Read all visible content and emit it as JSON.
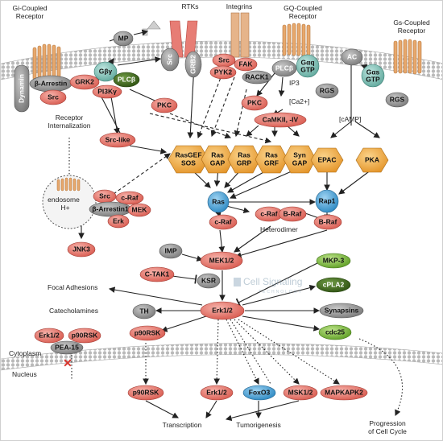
{
  "receptors": {
    "gi": {
      "line1": "Gi-Coupled",
      "line2": "Receptor"
    },
    "rtks": "RTKs",
    "integrins": "Integrins",
    "gq": {
      "line1": "GQ-Coupled",
      "line2": "Receptor"
    },
    "gs": {
      "line1": "Gs-Coupled",
      "line2": "Receptor"
    }
  },
  "nodes": {
    "dynamin": "Dynamin",
    "b_arrestin": "β-Arrestin",
    "src_left": "Src",
    "grk2": "GRK2",
    "gbg": "Gβγ",
    "plcb_left": "PLCβ",
    "pi3kg": "PI3Kγ",
    "mp": "MP",
    "src_rtk": "Src",
    "grb2": "GRB2",
    "src_int": "Src",
    "pyk2": "PYK2",
    "fak": "FAK",
    "rack1": "RACK1",
    "plcb_gq": "PLCβ",
    "gaq_gtp": "Gαq GTP",
    "rgs_gq": "RGS",
    "ip3": "IP3",
    "ca": "[Ca2+]",
    "ac": "AC",
    "gas_gtp": "Gαs GTP",
    "rgs_gs": "RGS",
    "camp": "[cAMP]",
    "pkc_left": "PKC",
    "pkc_right": "PKC",
    "camkii": "CaMKII, -IV",
    "src_like": "Src-like",
    "rasgef": "RasGEF SOS",
    "rasgap": "Ras GAP",
    "rasgrp": "Ras GRP",
    "rasgrf": "Ras GRF",
    "syngap": "Syn GAP",
    "epac": "EPAC",
    "pka": "PKA",
    "ras": "Ras",
    "rap1": "Rap1",
    "craf_a": "c-Raf",
    "craf_b": "c-Raf",
    "braf_a": "B-Raf",
    "braf_b": "B-Raf",
    "heterodimer": "Heterodimer",
    "endo_src": "Src",
    "endo_craf": "c-Raf",
    "endo_barr": "β-Arrestin1",
    "endo_mek": "MEK",
    "endo_erk": "Erk",
    "endosome": "endosome",
    "hplus": "H+",
    "receptor_int_1": "Receptor",
    "receptor_int_2": "Internalization",
    "jnk3": "JNK3",
    "imp": "IMP",
    "ctak1": "C-TAK1",
    "mek12": "MEK1/2",
    "ksr": "KSR",
    "mkp3": "MKP-3",
    "cpla2": "cPLA2",
    "erk12": "Erk1/2",
    "th": "TH",
    "synapsins": "Synapsins",
    "cdc25": "cdc25",
    "focal": "Focal Adhesions",
    "catecholamines": "Catecholamines",
    "pea_erk": "Erk1/2",
    "pea_p90": "p90RSK",
    "pea15": "PEA-15",
    "p90rsk": "p90RSK",
    "cytoplasm": "Cytoplasm",
    "nucleus": "Nucleus",
    "n_p90rsk": "p90RSK",
    "n_erk": "Erk1/2",
    "n_foxo3": "FoxO3",
    "n_msk": "MSK1/2",
    "n_mapkapk2": "MAPKAPK2",
    "transcription": "Transcription",
    "tumorigenesis": "Tumorigenesis",
    "progression_1": "Progression",
    "progression_2": "of Cell Cycle"
  },
  "watermark": {
    "line1": "Cell Signaling",
    "line2": "TECHNOLOGY"
  },
  "colors": {
    "red": "#e8746a",
    "red_dark": "#c9473f",
    "orange": "#f2a93b",
    "green": "#7dbf3b",
    "dark_green": "#3f6a1c",
    "gray": "#8c8c8c",
    "dark_gray": "#5b5b5b",
    "blue": "#3aa0d8",
    "membrane": "#bfbfbf",
    "receptor": "#e7a86c"
  }
}
